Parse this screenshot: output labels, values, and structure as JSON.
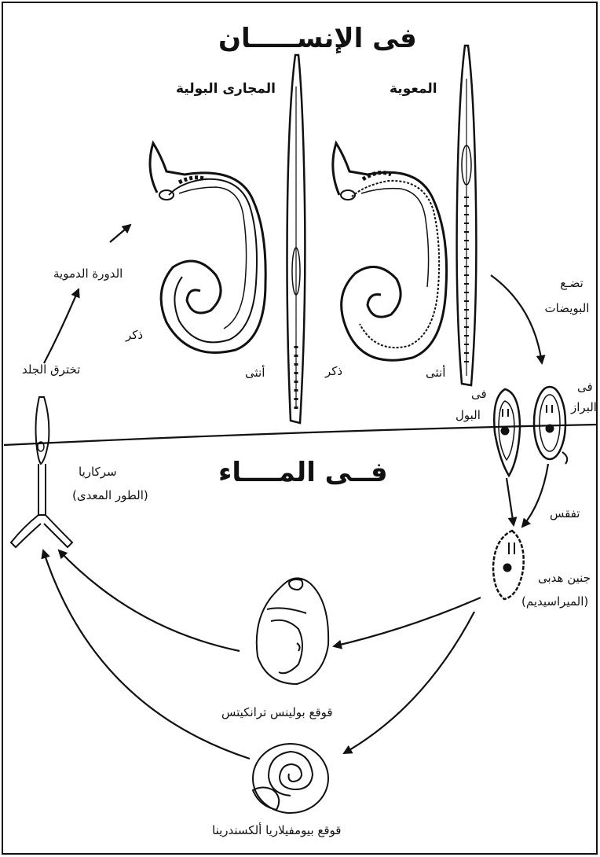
{
  "titles": {
    "in_human": "فى الإنســـــان",
    "in_water": "فــى المــــاء"
  },
  "adult_worms": {
    "urinary": "المجارى البولية",
    "intestinal": "المعوية",
    "male": "ذكر",
    "female": "أنثى"
  },
  "eggs": {
    "lay_eggs_line1": "تضـع",
    "lay_eggs_line2": "البويضات",
    "in_feces_line1": "فى",
    "in_feces_line2": "البراز",
    "in_urine_line1": "فى",
    "in_urine_line2": "البول",
    "hatch": "تفقس"
  },
  "miracidium": {
    "line1": "جنين هدبى",
    "line2": "(الميراسيديم)"
  },
  "snails": {
    "bulinus": "قوقع بولينس ترانكيتس",
    "biomphalaria": "قوقع بيومفيلاريا ألكسندرينا"
  },
  "cercaria": {
    "line1": "سركاريا",
    "line2": "(الطور المعدى)",
    "penetrate_skin": "تخترق الجلد",
    "blood_circulation": "الدورة الدموية"
  }
}
